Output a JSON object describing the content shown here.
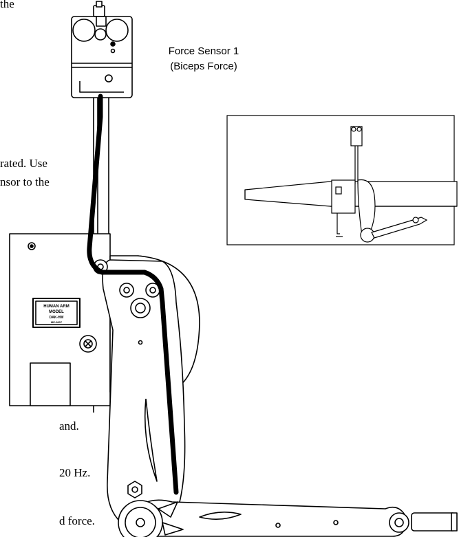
{
  "page_fragments": {
    "line_1": "the",
    "line_2": "rated. Use",
    "line_3": "nsor to the",
    "line_4": "and.",
    "line_5": "20 Hz.",
    "line_6": "d force."
  },
  "sensor_label": {
    "line_1": "Force Sensor 1",
    "line_2": "(Biceps Force)"
  },
  "model_plate": {
    "line_1": "HUMAN ARM",
    "line_2": "MODEL",
    "line_3": "DAK-HW",
    "line_4": "ME-6807"
  }
}
